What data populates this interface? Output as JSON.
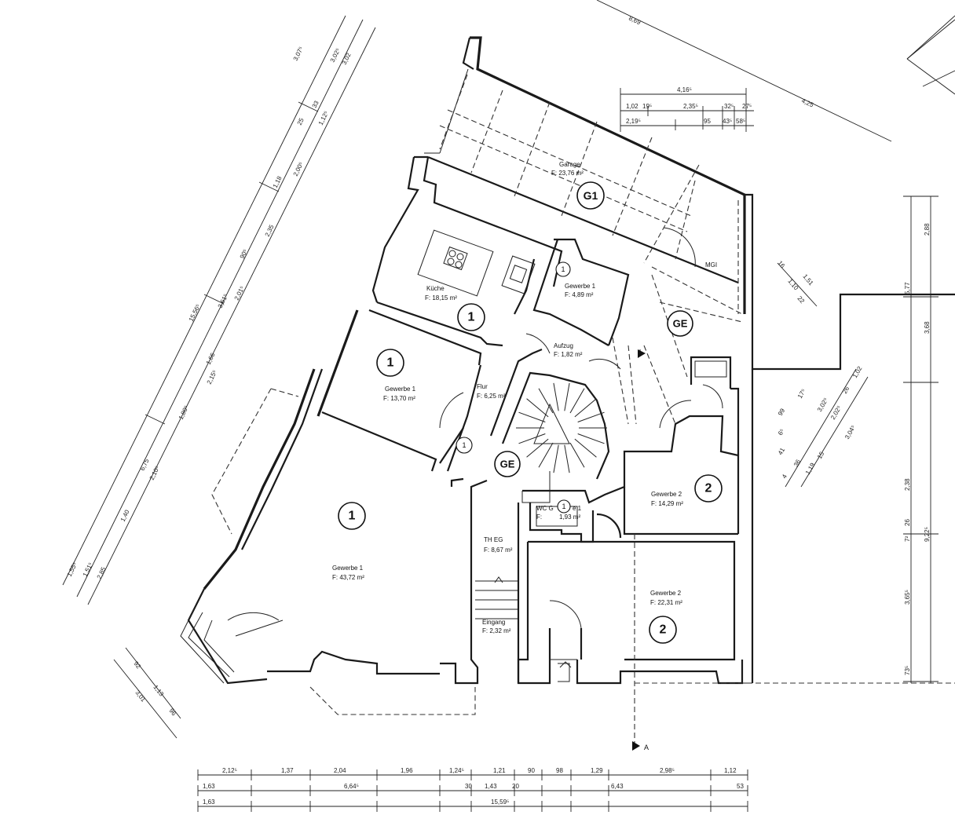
{
  "rooms": {
    "garage": {
      "name": "Garage",
      "area": "F: 23,76 m²",
      "unit": "G1"
    },
    "kueche": {
      "name": "Küche",
      "area": "F: 18,15 m²",
      "unit": "1"
    },
    "gewerbe1_small": {
      "name": "Gewerbe 1",
      "area": "F: 4,89 m²",
      "unit": "1"
    },
    "aufzug": {
      "name": "Aufzug",
      "area": "F: 1,82 m²"
    },
    "gewerbe1_mid": {
      "name": "Gewerbe 1",
      "area": "F: 13,70 m²",
      "unit": "1"
    },
    "flur": {
      "name": "Flur",
      "area": "F: 6,25 m²"
    },
    "gewerbe1_large": {
      "name": "Gewerbe 1",
      "area": "F: 43,72 m²",
      "unit": "1"
    },
    "gewerbe2_upper": {
      "name": "Gewerbe 2",
      "area": "F: 14,29 m²",
      "unit": "2"
    },
    "wc": {
      "name": "WC G",
      "name2": "e 1",
      "area_prefix": "F:",
      "area": "1,93 m²",
      "unit": "1"
    },
    "th_eg": {
      "name": "TH EG",
      "area": "F: 8,67 m²"
    },
    "gewerbe2_lower": {
      "name": "Gewerbe 2",
      "area": "F: 22,31 m²",
      "unit": "2"
    },
    "eingang": {
      "name": "Eingang",
      "area": "F: 2,32 m²"
    }
  },
  "markers": {
    "ge_upper": "GE",
    "ge_lower": "GE",
    "mgi": "MGI",
    "section": "A"
  },
  "dimensions": {
    "bottom_row1": [
      "2,12⁵",
      "1,37",
      "2,04",
      "1,96",
      "1,24⁵",
      "1,21",
      "90",
      "98",
      "1,29",
      "2,98⁵",
      "1,12"
    ],
    "bottom_row2": [
      "1,63",
      "6,64⁵",
      "30",
      "1,43",
      "20",
      "6,43",
      "53"
    ],
    "bottom_row3": [
      "1,63",
      "15,59⁵"
    ],
    "top_row1": [
      "4,16⁵"
    ],
    "top_row2": [
      "1,02",
      "19⁵",
      "2,35⁵",
      "32⁵",
      "27⁵"
    ],
    "top_row3": [
      "2,19⁵",
      "95",
      "43⁵",
      "58⁵"
    ],
    "top_diag": [
      "8,69",
      "4,25"
    ],
    "right_col": [
      "2,88",
      "5,77",
      "3,68",
      "9,22⁵",
      "2,38",
      "7²",
      "26",
      "3,65⁵",
      "73⁵"
    ],
    "right_small": [
      "16",
      "1,10",
      "1,51",
      "22"
    ],
    "right_diag": [
      "3,02⁵",
      "2,02⁵",
      "3,04⁵",
      "26",
      "1,02",
      "17⁵",
      "99",
      "6⁵",
      "41",
      "1,19",
      "15",
      "36",
      "4"
    ],
    "left_outer": [
      "3,07⁵",
      "3,02⁵",
      "3,02",
      "1,12⁵",
      "33",
      "25",
      "2,00⁵",
      "1,18",
      "2,35",
      "90⁵",
      "3,61⁵",
      "2,01⁵",
      "15,56⁵",
      "1,66",
      "2,15⁵",
      "1,80⁵",
      "6,75",
      "2,10⁵",
      "1,40",
      "1,55⁵",
      "1,51⁵",
      "2,85"
    ],
    "left_lower": [
      "92",
      "1,13",
      "96",
      "3,01"
    ]
  }
}
